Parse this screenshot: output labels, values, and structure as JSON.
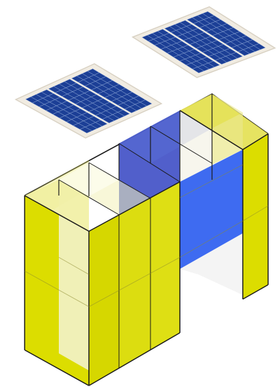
{
  "colors": {
    "panel_frame": "#f1ece2",
    "panel_frame_edge": "#d9d2c4",
    "panel_cell": "#1c3f96",
    "panel_grid": "#8fa9d8",
    "yellow_wall": "#dcdd00",
    "yellow_light": "#f5f2b0",
    "white_glass": "#f6f5ea",
    "blue_wall": "#3246c0",
    "blue_bright": "#2e5ef0",
    "edge": "#1a1a1a"
  },
  "icons": {
    "solar_panel": "solar-panel-icon",
    "building": "modular-building-icon"
  },
  "solar_panels": [
    {
      "name": "solar-panel-left",
      "rows": 3,
      "cols": 9
    },
    {
      "name": "solar-panel-right",
      "rows": 3,
      "cols": 9
    }
  ]
}
